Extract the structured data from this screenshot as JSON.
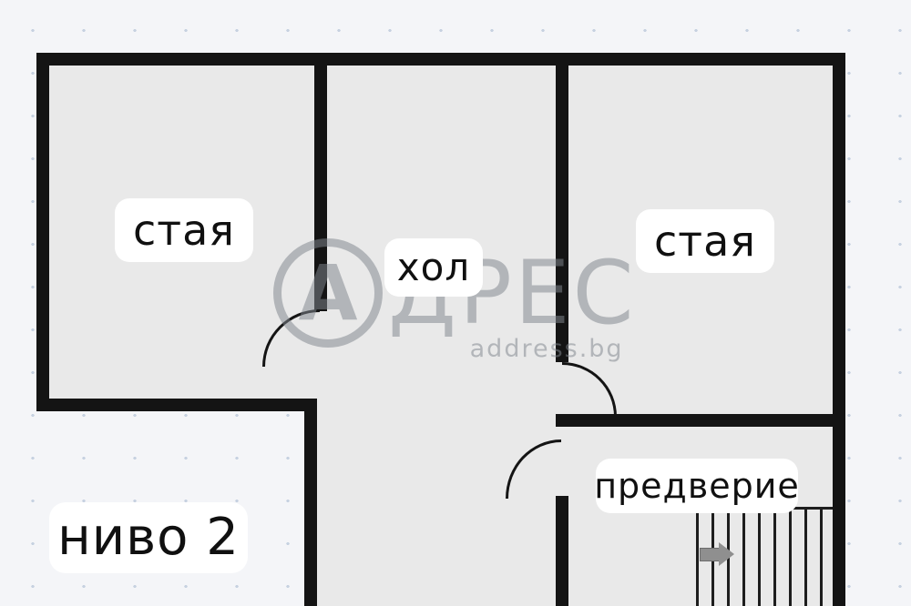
{
  "plan": {
    "level_label": "ниво 2",
    "rooms": {
      "room_left": {
        "label": "стая"
      },
      "hall": {
        "label": "хол"
      },
      "room_right": {
        "label": "стая"
      },
      "vestibule": {
        "label": "предверие"
      }
    },
    "stairs": {
      "arrow_direction": "right"
    }
  },
  "watermark": {
    "logo_letter": "А",
    "brand_text": "ДРЕС",
    "site_text": "address.bg"
  },
  "colors": {
    "background": "#f4f5f8",
    "grid_dot": "#c7d2e1",
    "wall": "#141414",
    "floor": "#e9e9e9",
    "label_background": "#ffffff",
    "label_text": "#101010",
    "watermark": "#81878f",
    "stair_arrow": "#8f8f8f"
  }
}
